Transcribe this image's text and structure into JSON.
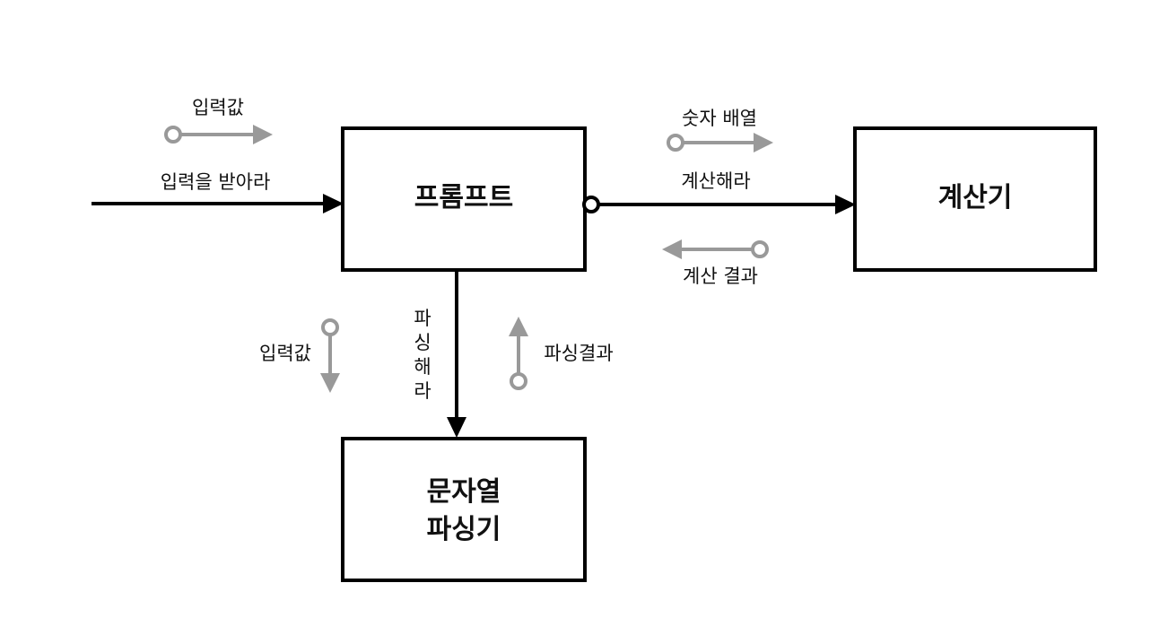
{
  "boxes": {
    "prompt": {
      "label": "프롬프트"
    },
    "calculator": {
      "label": "계산기"
    },
    "parser": {
      "line1": "문자열",
      "line2": "파싱기"
    }
  },
  "messages": {
    "input_value_top": "입력값",
    "receive_input": "입력을 받아라",
    "number_array": "숫자 배열",
    "calculate": "계산해라",
    "calc_result": "계산 결과",
    "input_value_left": "입력값",
    "parse_command": [
      "파",
      "싱",
      "해",
      "라"
    ],
    "parse_result": "파싱결과"
  },
  "colors": {
    "main": "#000000",
    "data_flow": "#999999"
  }
}
